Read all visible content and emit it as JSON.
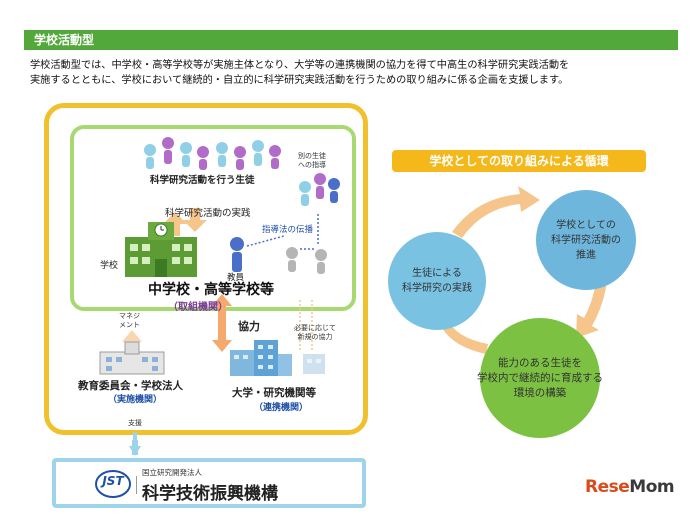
{
  "header": {
    "title": "学校活動型"
  },
  "intro": {
    "line1": "学校活動型では、中学校・高等学校等が実施主体となり、大学等の連携機関の協力を得て中高生の科学研究実践活動を",
    "line2": "実施するとともに、学校において継続的・自立的に科学研究実践活動を行うための取り組みに係る企画を支援します。"
  },
  "diagram": {
    "students": "科学研究活動を行う生徒",
    "other_students": "別の生徒\nへの指導",
    "practice": "科学研究活動の実践",
    "method": "指導法の伝播",
    "teacher": "教員",
    "school": "学校",
    "main_org": "中学校・高等学校等",
    "main_role": "（取組機関）",
    "management": "マネジ\nメント",
    "cooperation": "協力",
    "as_needed": "必要に応じて\n新規の協力",
    "board": "教育委員会・学校法人",
    "board_role": "（実施機関）",
    "univ": "大学・研究機関等",
    "univ_role": "（連携機関）",
    "support": "支援"
  },
  "jst": {
    "mark": "JST",
    "sub": "国立研究開発法人",
    "name": "科学技術振興機構"
  },
  "cycle": {
    "title": "学校としての取り組みによる循環",
    "node1": "学校としての\n科学研究活動の\n推進",
    "node2": "生徒による\n科学研究の実践",
    "node3": "能力のある生徒を\n学校内で継続的に育成する\n環境の構築"
  },
  "colors": {
    "header": "#52a83a",
    "frame": "#f1c12d",
    "inner": "#a8d970",
    "cycle_title": "#f5b81b",
    "node_blue": "#6fb6dd",
    "node_green": "#7cc142",
    "arrow": "#f5c58c"
  },
  "logo": {
    "prefix": "Rese",
    "suffix": "Mom"
  }
}
